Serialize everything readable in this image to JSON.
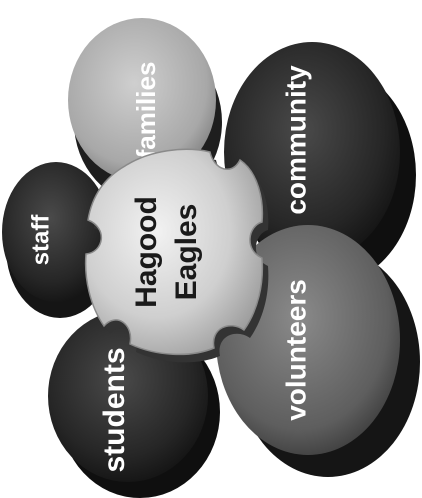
{
  "center": {
    "line1": "Hagood",
    "line2": "Eagles"
  },
  "petals": {
    "families": {
      "label": "families"
    },
    "community": {
      "label": "community"
    },
    "staff": {
      "label": "staff"
    },
    "volunteers": {
      "label": "volunteers"
    },
    "students": {
      "label": "students"
    }
  },
  "colors": {
    "dark_disc": "#2b2b2b",
    "mid_disc": "#6b6b6b",
    "light_disc": "#b5b5b5",
    "center_puzzle": "#d6d6d6",
    "text_light": "#ffffff",
    "text_dark": "#1a1a1a"
  }
}
